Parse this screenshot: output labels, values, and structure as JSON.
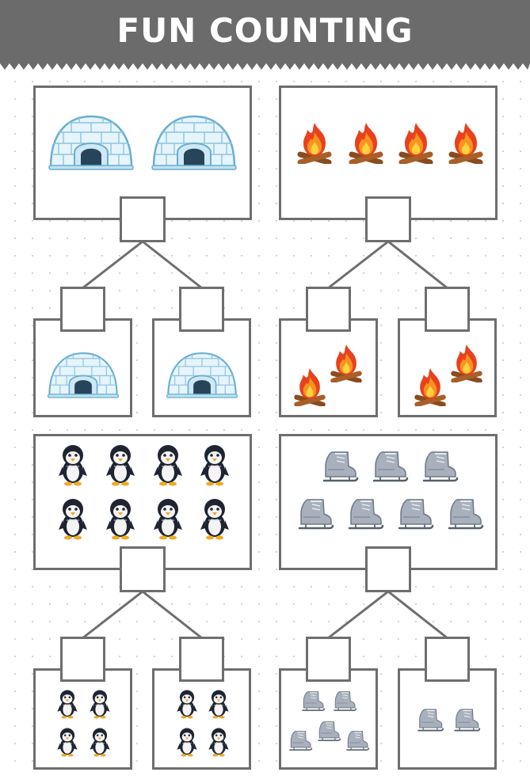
{
  "header": {
    "title": "FUN COUNTING"
  },
  "colors": {
    "header_bg": "#6b6b6b",
    "box_border": "#6e6e6e",
    "title": "#ffffff"
  },
  "puzzles": [
    {
      "object": "igloo-icon",
      "total_count": 2,
      "left_count": 1,
      "right_count": 1
    },
    {
      "object": "campfire-icon",
      "total_count": 4,
      "left_count": 2,
      "right_count": 2
    },
    {
      "object": "penguin-icon",
      "total_count": 8,
      "left_count": 4,
      "right_count": 4
    },
    {
      "object": "ice-skate-icon",
      "total_count": 7,
      "left_count": 5,
      "right_count": 2
    }
  ]
}
